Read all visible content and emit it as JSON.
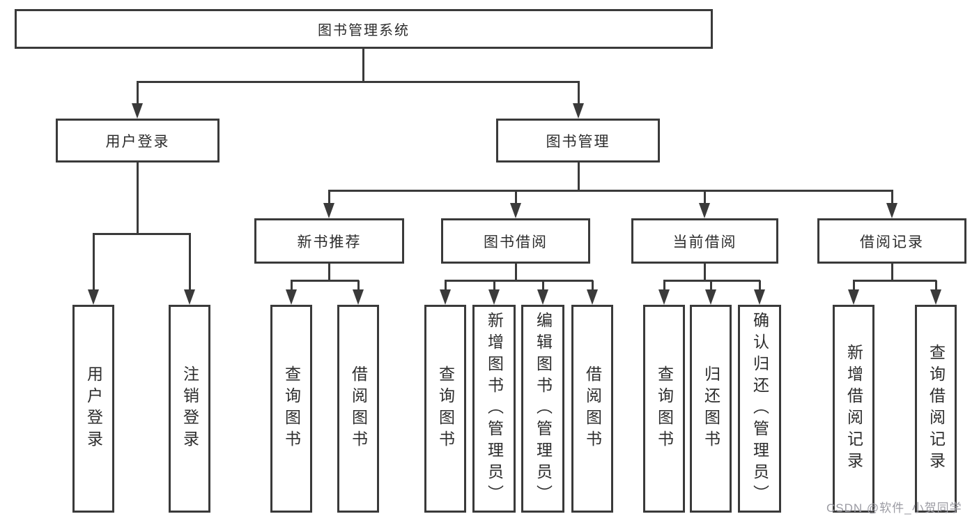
{
  "tree": {
    "root": {
      "label": "图书管理系统"
    },
    "branches": [
      {
        "label": "用户登录",
        "children": [
          {
            "label": "用户登录"
          },
          {
            "label": "注销登录"
          }
        ]
      },
      {
        "label": "图书管理",
        "children": [
          {
            "label": "新书推荐",
            "children": [
              {
                "label": "查询图书"
              },
              {
                "label": "借阅图书"
              }
            ]
          },
          {
            "label": "图书借阅",
            "children": [
              {
                "label": "查询图书"
              },
              {
                "label": "新增图书（管理员）"
              },
              {
                "label": "编辑图书（管理员）"
              },
              {
                "label": "借阅图书"
              }
            ]
          },
          {
            "label": "当前借阅",
            "children": [
              {
                "label": "查询图书"
              },
              {
                "label": "归还图书"
              },
              {
                "label": "确认归还（管理员）"
              }
            ]
          },
          {
            "label": "借阅记录",
            "children": [
              {
                "label": "新增借阅记录"
              },
              {
                "label": "查询借阅记录"
              }
            ]
          }
        ]
      }
    ]
  },
  "watermark": "CSDN @软件_小贺同学",
  "colors": {
    "line": "#3a3a3a",
    "text": "#2d2d2d",
    "watermark": "#9b9ba3",
    "background": "#ffffff"
  }
}
